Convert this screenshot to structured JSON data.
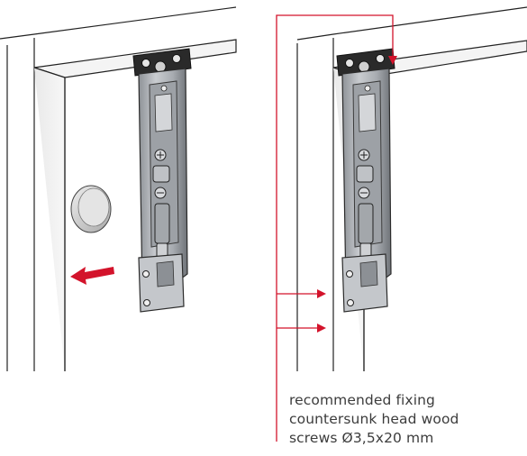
{
  "annotation": {
    "lines": [
      "recommended fixing",
      "countersunk head wood",
      "screws Ø3,5x20 mm"
    ]
  },
  "colors": {
    "callout": "#d3132b",
    "outline": "#222222",
    "metal": "#b9bcc0",
    "metal_dark": "#7d8186",
    "cap": "#2a2a2a",
    "knob": "#cfcfcf"
  },
  "icons": {
    "direction_arrow": "left-arrow-icon"
  }
}
